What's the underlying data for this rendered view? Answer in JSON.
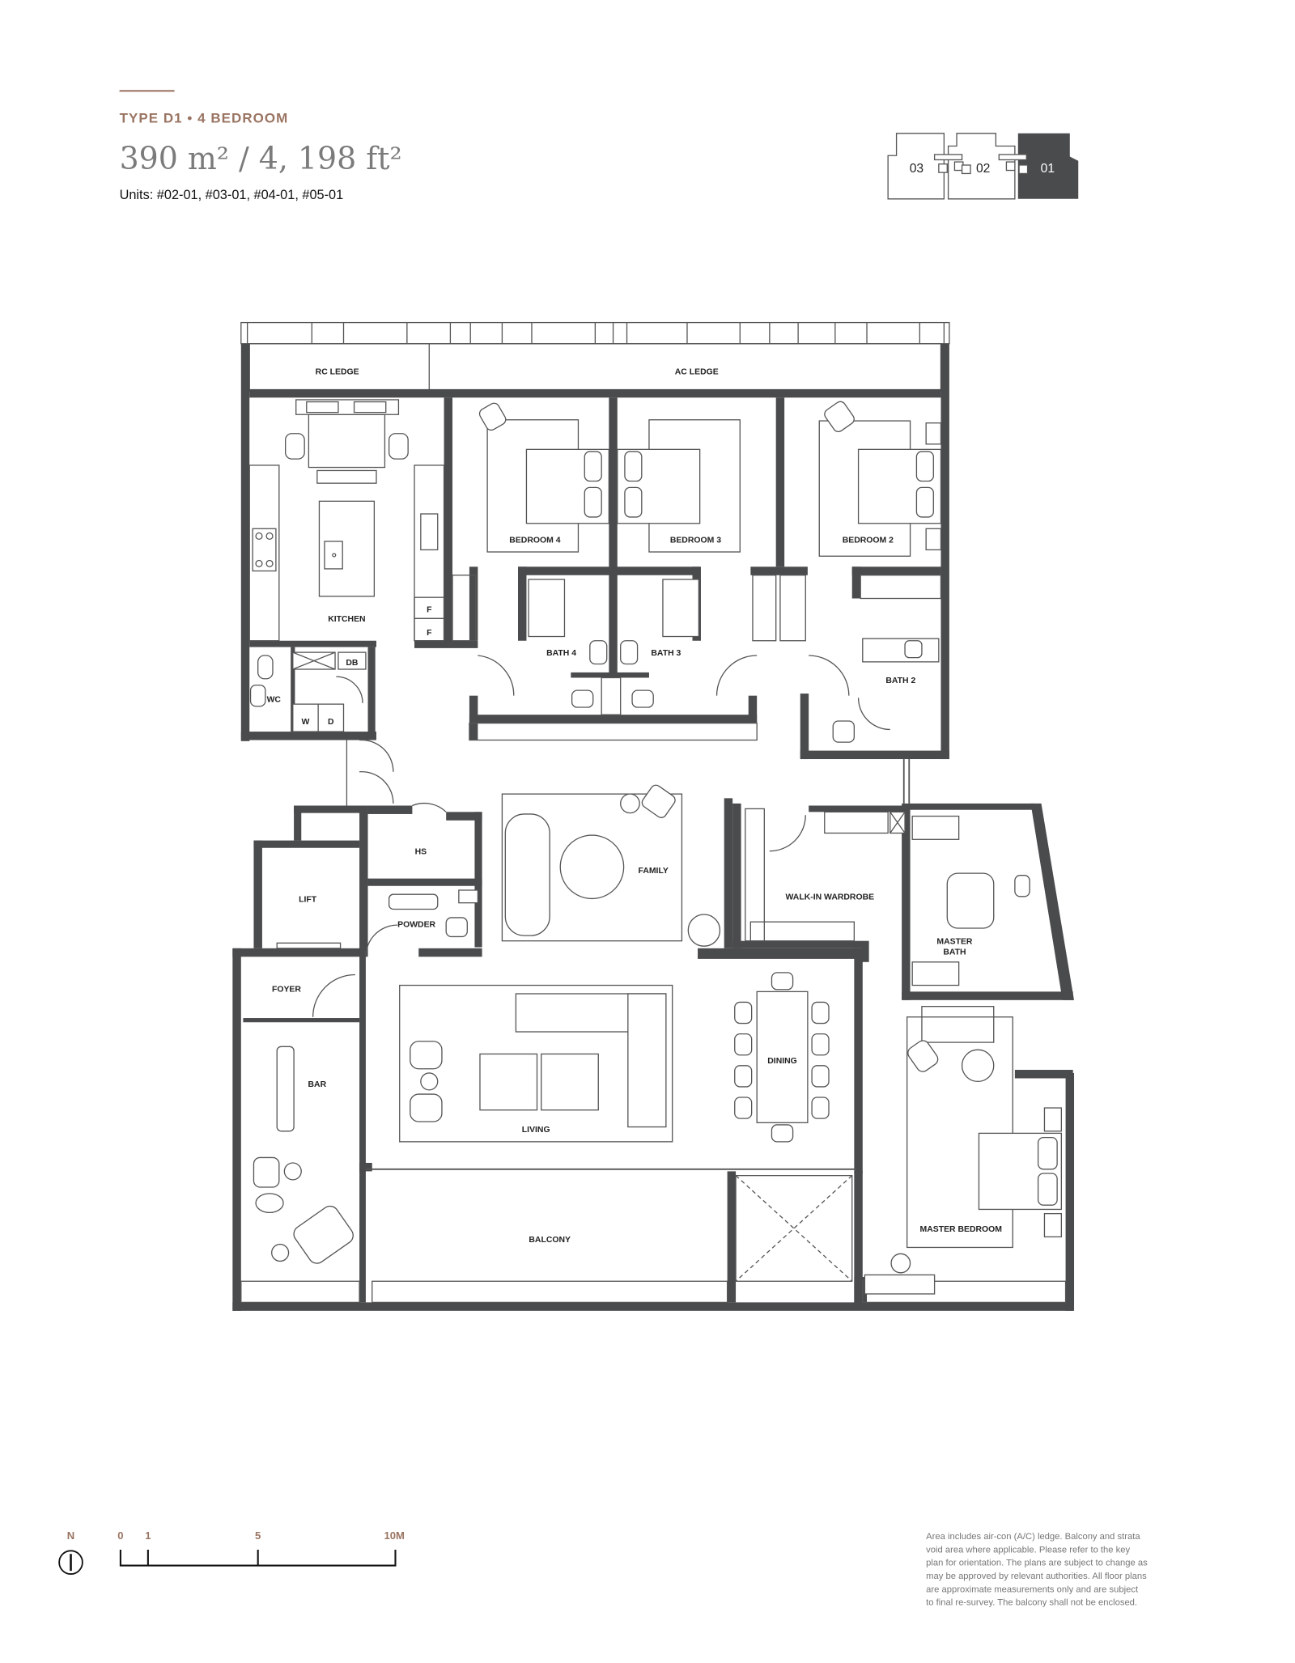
{
  "header": {
    "type_label": "TYPE D1 • 4 BEDROOM",
    "area": "390 m² / 4, 198 ft²",
    "units": "Units: #02-01, #03-01, #04-01, #05-01"
  },
  "key_plan": {
    "units": [
      "03",
      "02",
      "01"
    ],
    "highlighted": "01",
    "highlight_color": "#4a4b4d"
  },
  "rooms": {
    "rc_ledge": "RC LEDGE",
    "ac_ledge": "AC LEDGE",
    "kitchen": "KITCHEN",
    "bedroom4": "BEDROOM 4",
    "bedroom3": "BEDROOM 3",
    "bedroom2": "BEDROOM 2",
    "bath4": "BATH 4",
    "bath3": "BATH 3",
    "bath2": "BATH 2",
    "wc": "WC",
    "db": "DB",
    "washer": "W",
    "dryer": "D",
    "fridge1": "F",
    "fridge2": "F",
    "hs": "HS",
    "lift": "LIFT",
    "powder": "POWDER",
    "family": "FAMILY",
    "walk_in_wardrobe": "WALK-IN WARDROBE",
    "master_bath_line1": "MASTER",
    "master_bath_line2": "BATH",
    "foyer": "FOYER",
    "bar": "BAR",
    "living": "LIVING",
    "dining": "DINING",
    "balcony": "BALCONY",
    "master_bedroom": "MASTER BEDROOM"
  },
  "footer": {
    "north": "N",
    "scale_labels": [
      "0",
      "1",
      "5",
      "10M"
    ],
    "disclaimer": [
      "Area includes air-con (A/C) ledge. Balcony and strata",
      "void area where applicable. Please refer to the key",
      "plan for orientation. The plans are subject to change as",
      "may be approved by relevant authorities. All floor plans",
      "are approximate measurements only and are subject",
      "to final re-survey. The balcony shall not be enclosed."
    ]
  },
  "colors": {
    "accent": "#9a7462",
    "wall": "#4a4b4d",
    "text_gray": "#7a7a7a"
  }
}
